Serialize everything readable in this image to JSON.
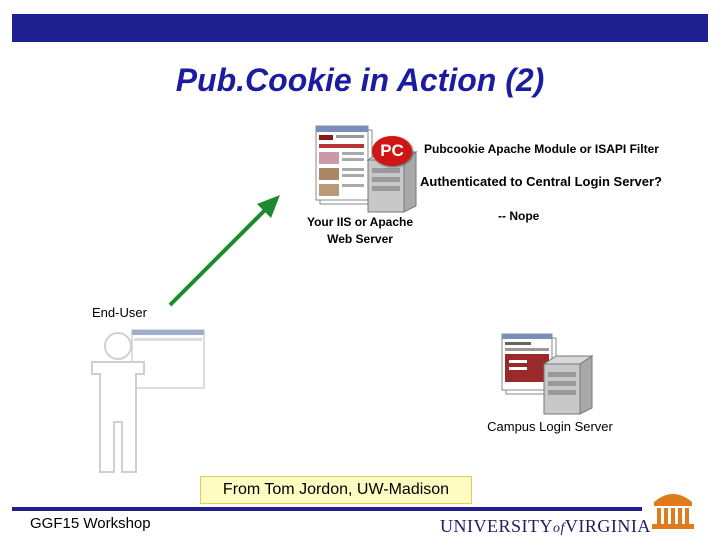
{
  "title": "Pub.Cookie in Action (2)",
  "pc_badge": "PC",
  "labels": {
    "module": "Pubcookie Apache Module or ISAPI Filter",
    "auth_question": "Authenticated to Central Login Server?",
    "nope": "-- Nope",
    "web_server_line1": "Your IIS or Apache",
    "web_server_line2": "Web Server",
    "end_user": "End-User",
    "login_server": "Campus Login Server"
  },
  "credit": "From Tom Jordon, UW-Madison",
  "footer": {
    "workshop": "GGF15 Workshop",
    "university_a": "UNIVERSITY",
    "university_of": "of",
    "university_b": "VIRGINIA"
  },
  "colors": {
    "bar": "#1f1f8f",
    "title": "#1c1ca0",
    "arrow": "#1e8a2e",
    "badge": "#d01515",
    "credit_bg": "#fefcc0"
  }
}
